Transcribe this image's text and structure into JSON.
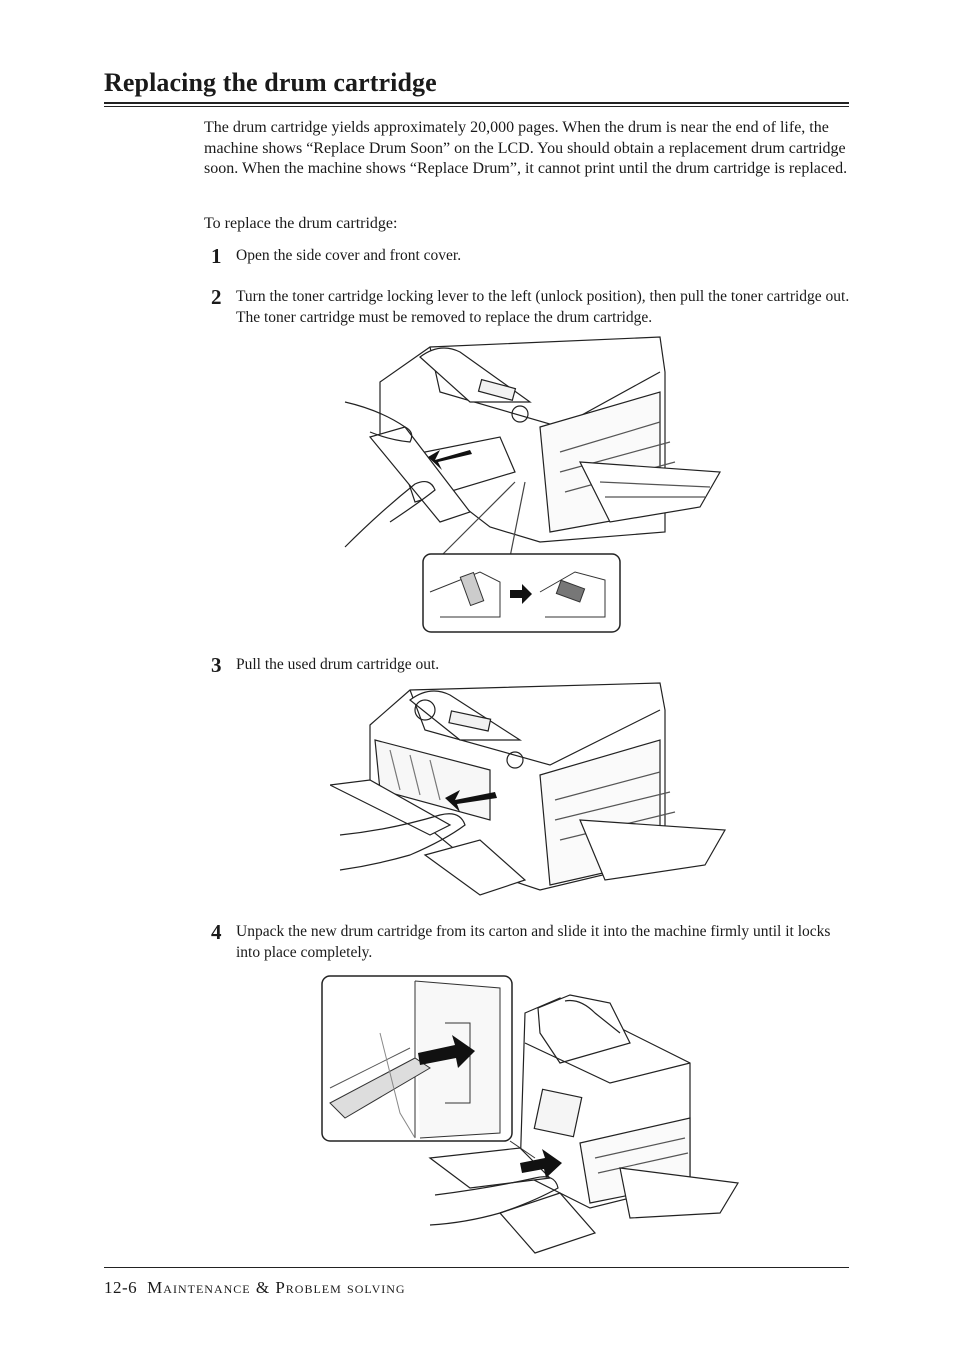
{
  "page": {
    "title": "Replacing the drum cartridge",
    "intro": "The drum cartridge yields approximately 20,000 pages.  When the drum is near the end of life, the machine shows “Replace Drum Soon” on the LCD. You should obtain a replacement drum cartridge soon. When the machine shows “Replace Drum”, it cannot print until the drum cartridge is replaced.",
    "lead_in": "To replace the drum cartridge:"
  },
  "steps": [
    {
      "number": "1",
      "text": "Open the side cover and front cover."
    },
    {
      "number": "2",
      "text": "Turn the toner cartridge locking lever to the left (unlock position), then pull the toner cartridge out.  The toner cartridge must be removed to replace the drum cartridge."
    },
    {
      "number": "3",
      "text": "Pull the used drum cartridge out."
    },
    {
      "number": "4",
      "text": "Unpack the new drum cartridge from its carton and slide it into the machine firmly until it locks into place completely."
    }
  ],
  "footer": {
    "page_number": "12-6",
    "section": "Maintenance & Problem solving"
  },
  "icons": {
    "arrow": "arrow-icon"
  }
}
